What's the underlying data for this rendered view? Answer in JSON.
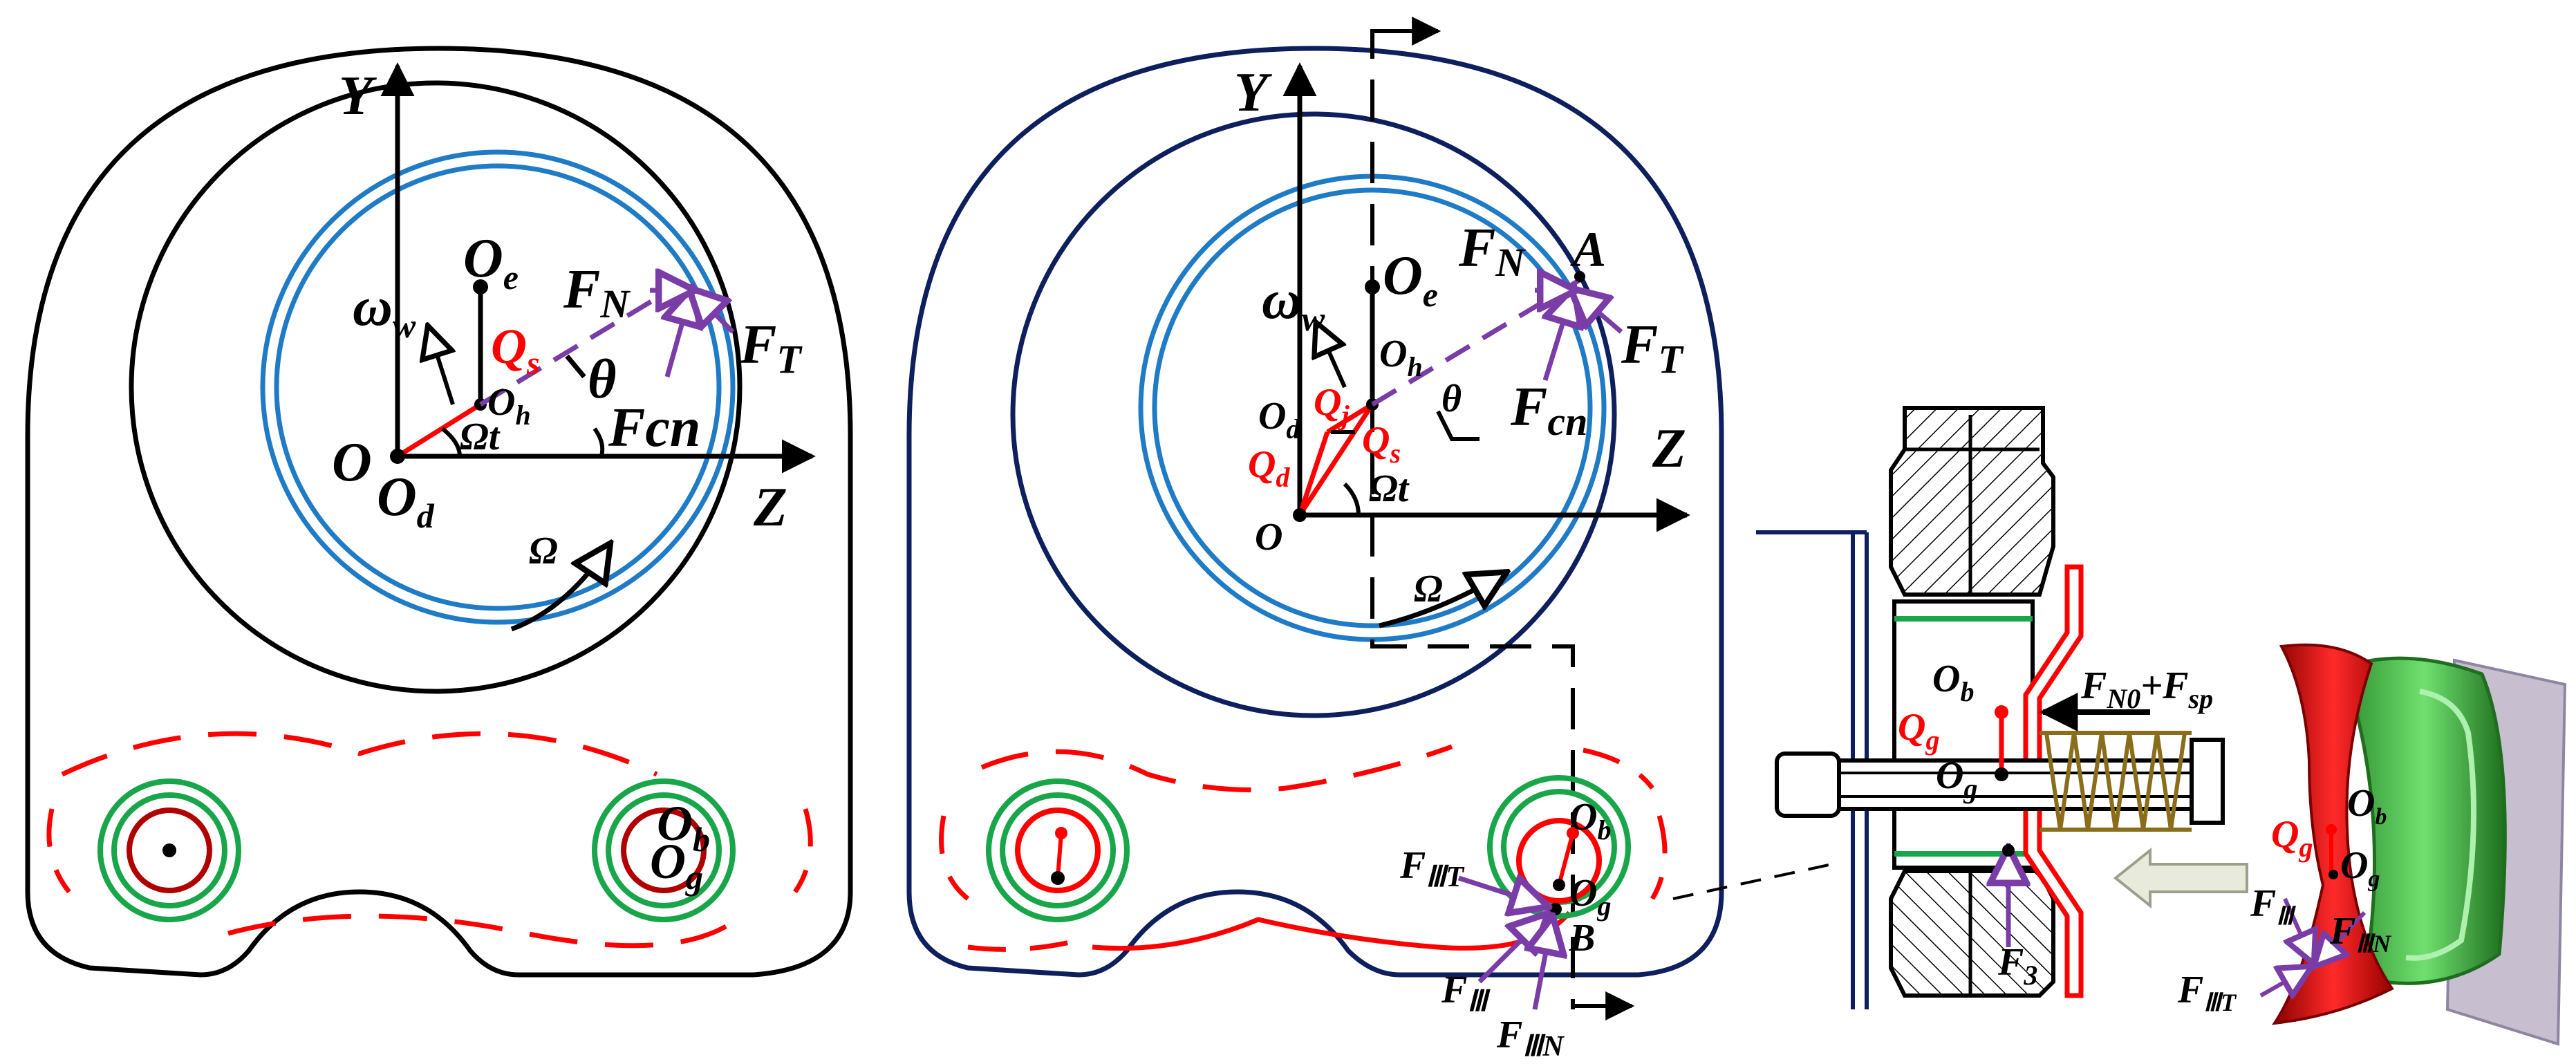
{
  "colors": {
    "black": "#000000",
    "navy": "#0d1f5c",
    "blue": "#1f7bc6",
    "purple": "#7a3ca6",
    "red": "#ff0000",
    "darkred": "#b00000",
    "green": "#19a64a",
    "olive": "#8a6d1a"
  },
  "panel_left": {
    "axis_y": "Y",
    "axis_z": "Z",
    "origin_O": "O",
    "origin_Od": "O",
    "origin_Od_sub": "d",
    "Oe": "O",
    "Oe_sub": "e",
    "Oh": "O",
    "Oh_sub": "h",
    "omega_w": "ω",
    "omega_w_sub": "w",
    "Qs": "Q",
    "Qs_sub": "s",
    "Omega_t": "Ωt",
    "theta": "θ",
    "Fcn": "Fcn",
    "FN": "F",
    "FN_sub": "N",
    "FT": "F",
    "FT_sub": "T",
    "Omega": "Ω",
    "Ob": "O",
    "Ob_sub": "b",
    "Og": "O",
    "Og_sub": "g"
  },
  "panel_mid": {
    "axis_y": "Y",
    "axis_z": "Z",
    "origin_O": "O",
    "Od": "O",
    "Od_sub": "d",
    "Oe": "O",
    "Oe_sub": "e",
    "Oh": "O",
    "Oh_sub": "h",
    "omega_w": "ω",
    "omega_w_sub": "w",
    "Qj": "Q",
    "Qj_sub": "j",
    "Qd": "Q",
    "Qd_sub": "d",
    "Qs": "Q",
    "Qs_sub": "s",
    "Omega_t": "Ωt",
    "theta": "θ",
    "Fcn": "F",
    "Fcn_sub": "cn",
    "FN": "F",
    "FN_sub": "N",
    "FT": "F",
    "FT_sub": "T",
    "A": "A",
    "B": "B",
    "Omega": "Ω",
    "Ob": "O",
    "Ob_sub": "b",
    "Og": "O",
    "Og_sub": "g",
    "F3T": "F",
    "F3T_sub": "ⅢT",
    "F3": "F",
    "F3_sub": "Ⅲ",
    "F3N": "F",
    "F3N_sub": "ⅢN"
  },
  "panel_section": {
    "Ob": "O",
    "Ob_sub": "b",
    "Qg": "Q",
    "Qg_sub": "g",
    "Og": "O",
    "Og_sub": "g",
    "FN0_Fsp": "F",
    "FN0_sub": "N0",
    "plus": "+F",
    "Fsp_sub": "sp",
    "F3": "F",
    "F3_sub": "3"
  },
  "panel_3d": {
    "Ob": "O",
    "Ob_sub": "b",
    "Qg": "Q",
    "Qg_sub": "g",
    "Og": "O",
    "Og_sub": "g",
    "F3": "F",
    "F3_sub": "Ⅲ",
    "F3N": "F",
    "F3N_sub": "ⅢN",
    "F3T": "F",
    "F3T_sub": "ⅢT"
  }
}
